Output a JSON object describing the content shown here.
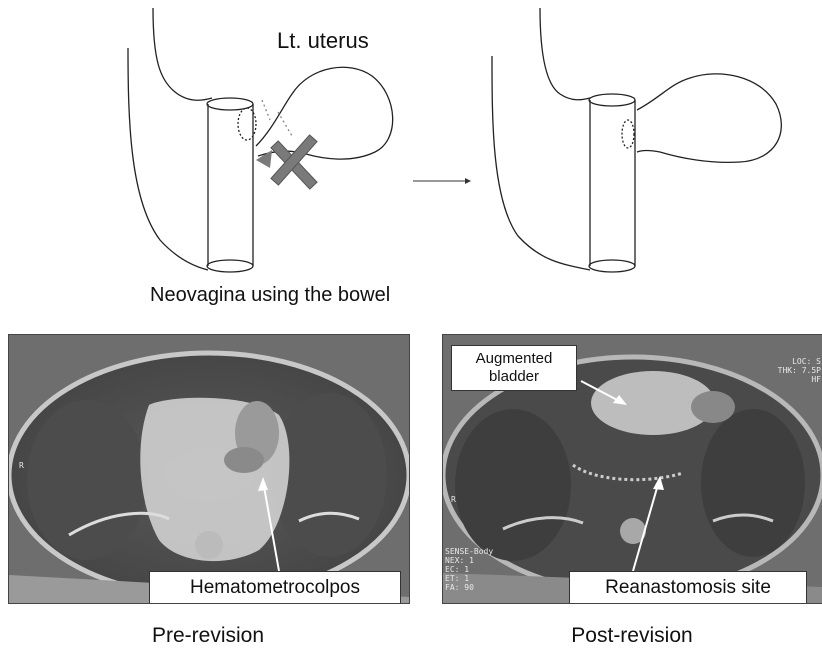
{
  "diagram": {
    "label_uterus": "Lt. uterus",
    "caption_top": "Neovagina using the bowel"
  },
  "panels": {
    "left": {
      "annotation": "Hematometrocolpos",
      "caption": "Pre-revision",
      "side_marker": "R"
    },
    "right": {
      "annotation_top_line1": "Augmented",
      "annotation_top_line2": "bladder",
      "annotation_bottom": "Reanastomosis site",
      "caption": "Post-revision",
      "side_marker": "R",
      "overlay_top_right": "LOC: S\nTHK: 7.5P\nHF",
      "overlay_bottom_left": "SENSE-Body\nNEX: 1\nEC: 1\nET: 1\nFA: 90"
    }
  },
  "colors": {
    "mri_background": "#6e6e6e",
    "arrow_cross": "#7a7a7a"
  }
}
